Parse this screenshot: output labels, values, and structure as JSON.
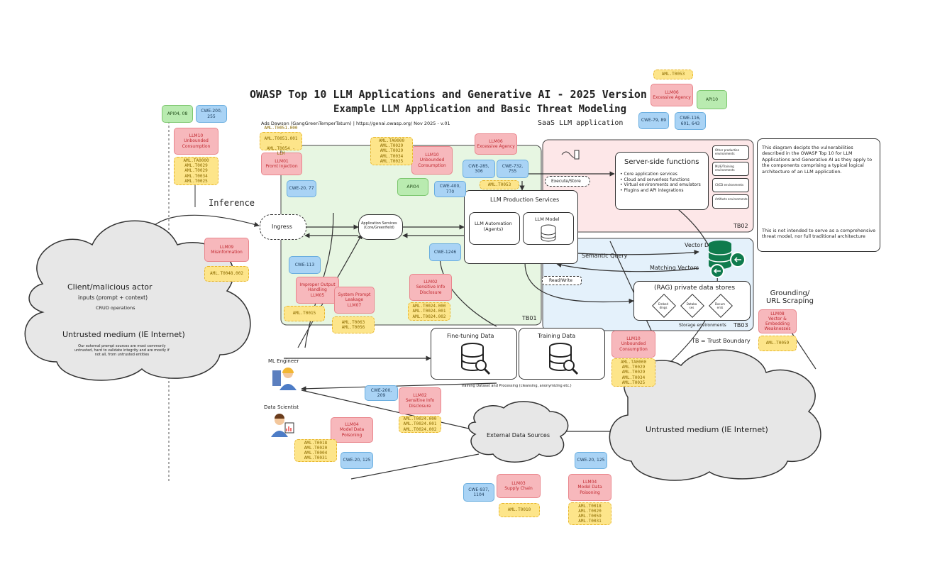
{
  "header": {
    "title": "OWASP Top 10 LLM Applications and Generative AI - 2025 Version",
    "subtitle": "Example LLM Application and Basic Threat Modeling",
    "byline": "Ads Dawson (GangGreenTemperTatum) | https://genai.owasp.org/  Nov 2025 - v.01",
    "app_type": "SaaS LLM application"
  },
  "zones": {
    "tb01": "TB01",
    "tb02": "TB02",
    "tb03": "TB03",
    "legend": "TB = Trust Boundary"
  },
  "components": {
    "inference": "Inference",
    "ingress": "Ingress",
    "app_services": "Application Services\n(Core/Greenfield)",
    "llm_production": "LLM Production Services",
    "llm_automation": "LLM Automation\n(Agents)",
    "llm_model": "LLM Model",
    "server_side_title": "Server-side functions",
    "server_side_items": "• Core application services\n• Cloud and serverless functions\n• Virtual environments and emulators\n• Plugins and API integrations",
    "env_boxes": [
      "Other production environments",
      "ML/E/Training environments",
      "CI/CD environments",
      "Artifacts environments"
    ],
    "execute_store": "Execute/Store",
    "vector_db": "Vector DB",
    "semantic_query": "Semantic Query",
    "matching_vectors": "Matching Vectors",
    "read_write": "Read/Write",
    "rag_title": "(RAG) private data stores",
    "rag_items": [
      "Embed dings",
      "Databa ses",
      "Docum ents"
    ],
    "storage_env": "Storage environments",
    "fine_tuning": "Fine-tuning Data",
    "training_data": "Training Data",
    "training_caption": "Training Dataset and Processing (cleansing, anonymizing etc.)",
    "external_sources": "External Data Sources",
    "grounding": "Grounding/\nURL Scraping",
    "client_title": "Client/malicious actor",
    "client_sub": "inputs (prompt + context)",
    "client_crud": "CRUD operations",
    "untrusted_left": "Untrusted medium (IE Internet)",
    "untrusted_left_note": "Our external prompt sources are most commonly\nuntrusted, hard to validate integrity and are mostly if\nnot all, from untrusted entities",
    "untrusted_right": "Untrusted medium (IE Internet)",
    "ml_engineer": "ML Engineer",
    "data_scientist": "Data Scientist",
    "note1": "This diagram decipts the vulnerabilities described in the OWASP Top 10 for LLM Applications and Generative AI as they apply to the components comprising a typical logical architecture of an LLM application.",
    "note2": "This is not intended to serve as a comprehensive threat model, nor full traditional architecture"
  },
  "tags": {
    "red": [
      {
        "id": "llm06_top",
        "text": "LLM06\nExcessive Agency"
      },
      {
        "id": "llm10_left",
        "text": "LLM10\nUnbounded\nConsumption"
      },
      {
        "id": "llm01",
        "text": "LLM01\nPromt Injection"
      },
      {
        "id": "llm10_mid",
        "text": "LLM10\nUnbounded\nConsumption"
      },
      {
        "id": "llm06_mid",
        "text": "LLM06\nExcessive Agency"
      },
      {
        "id": "llm09",
        "text": "LLM09\nMisinformation"
      },
      {
        "id": "llm05",
        "text": "Improper Output\nHandling\nLLM05"
      },
      {
        "id": "llm07",
        "text": "System Prompt\nLeakage\nLLM07"
      },
      {
        "id": "llm02_mid",
        "text": "LLM02\nSensitive Info\nDisclosure"
      },
      {
        "id": "llm10_low",
        "text": "LLM10\nUnbounded\nConsumption"
      },
      {
        "id": "llm08",
        "text": "LLM08\nVector & Embedding\nWeaknesses"
      },
      {
        "id": "llm02_low",
        "text": "LLM02\nSensitive Info\nDisclosure"
      },
      {
        "id": "llm04_left",
        "text": "LLM04\nModel Data\nPoisoning"
      },
      {
        "id": "llm03",
        "text": "LLM03\nSupply Chain"
      },
      {
        "id": "llm04_right",
        "text": "LLM04\nModel Data\nPoisoning"
      }
    ],
    "blue": [
      {
        "id": "cwe_200_255",
        "text": "CWE-200, 255"
      },
      {
        "id": "cwe_79_89",
        "text": "CWE-79, 89"
      },
      {
        "id": "cwe_116",
        "text": "CWE-116,\n601, 643"
      },
      {
        "id": "cwe_20_77",
        "text": "CWE-20, 77"
      },
      {
        "id": "cwe_285",
        "text": "CWE-285, 306"
      },
      {
        "id": "cwe_732",
        "text": "CWE-732, 755"
      },
      {
        "id": "cwe_400",
        "text": "CWE-400, 770"
      },
      {
        "id": "cwe_1246",
        "text": "CWE-1246"
      },
      {
        "id": "cwe_113",
        "text": "CWE-113"
      },
      {
        "id": "cwe_200_209",
        "text": "CWE-200, 209"
      },
      {
        "id": "cwe_20_125_l",
        "text": "CWE-20, 125"
      },
      {
        "id": "cwe_20_125_r",
        "text": "CWE-20, 125"
      },
      {
        "id": "cwe_937",
        "text": "CWE-937,\n1104"
      }
    ],
    "green": [
      {
        "id": "api4_8",
        "text": "API04, 08"
      },
      {
        "id": "api10",
        "text": "API10"
      },
      {
        "id": "api04",
        "text": "API04"
      }
    ],
    "yellow": [
      {
        "id": "aml_t0053_top",
        "text": "AML.T0053"
      },
      {
        "id": "aml_left",
        "text": "AML.TA0000\nAML.T0029\nAML.T0029\nAML.T0034\nAML.T0025"
      },
      {
        "id": "aml_llm01",
        "text": "AML.T0051.000 -\nAML.T0051.001 -\nAML.T0054 - LLM"
      },
      {
        "id": "aml_mid",
        "text": "AML.TA0000\nAML.T0029\nAML.T0029\nAML.T0034\nAML.T0025"
      },
      {
        "id": "aml_t0053_mid",
        "text": "AML.T0053"
      },
      {
        "id": "aml_t0048",
        "text": "AML.T0048.002"
      },
      {
        "id": "aml_t0015",
        "text": "AML.T0015"
      },
      {
        "id": "aml_t0063",
        "text": "AML.T0063\nAML.T0056"
      },
      {
        "id": "aml_t0024_mid",
        "text": "AML.T0024.000\nAML.T0024.001\nAML.T0024.002"
      },
      {
        "id": "aml_low",
        "text": "AML.TA0000\nAML.T0029\nAML.T0029\nAML.T0034\nAML.T0025"
      },
      {
        "id": "aml_t0059",
        "text": "AML.T0059"
      },
      {
        "id": "aml_t0024_low",
        "text": "AML.T0024.000\nAML.T0024.001\nAML.T0024.002"
      },
      {
        "id": "aml_llm04_l",
        "text": "AML.T0018\nAML.T0020\nAML.T0004\nAML.T0031"
      },
      {
        "id": "aml_t0010",
        "text": "AML.T0010"
      },
      {
        "id": "aml_llm04_r",
        "text": "AML.T0018\nAML.T0020\nAML.T0059\nAML.T0031"
      }
    ]
  },
  "colors": {
    "red": "#f7b8bc",
    "blue": "#a9d3f5",
    "green": "#b9ebb0",
    "yellow": "#fde58a",
    "tb01": "#e7f6e2",
    "tb02": "#fde7e8",
    "tb03": "#e4f1fb",
    "vector": "#0f7b4d"
  }
}
